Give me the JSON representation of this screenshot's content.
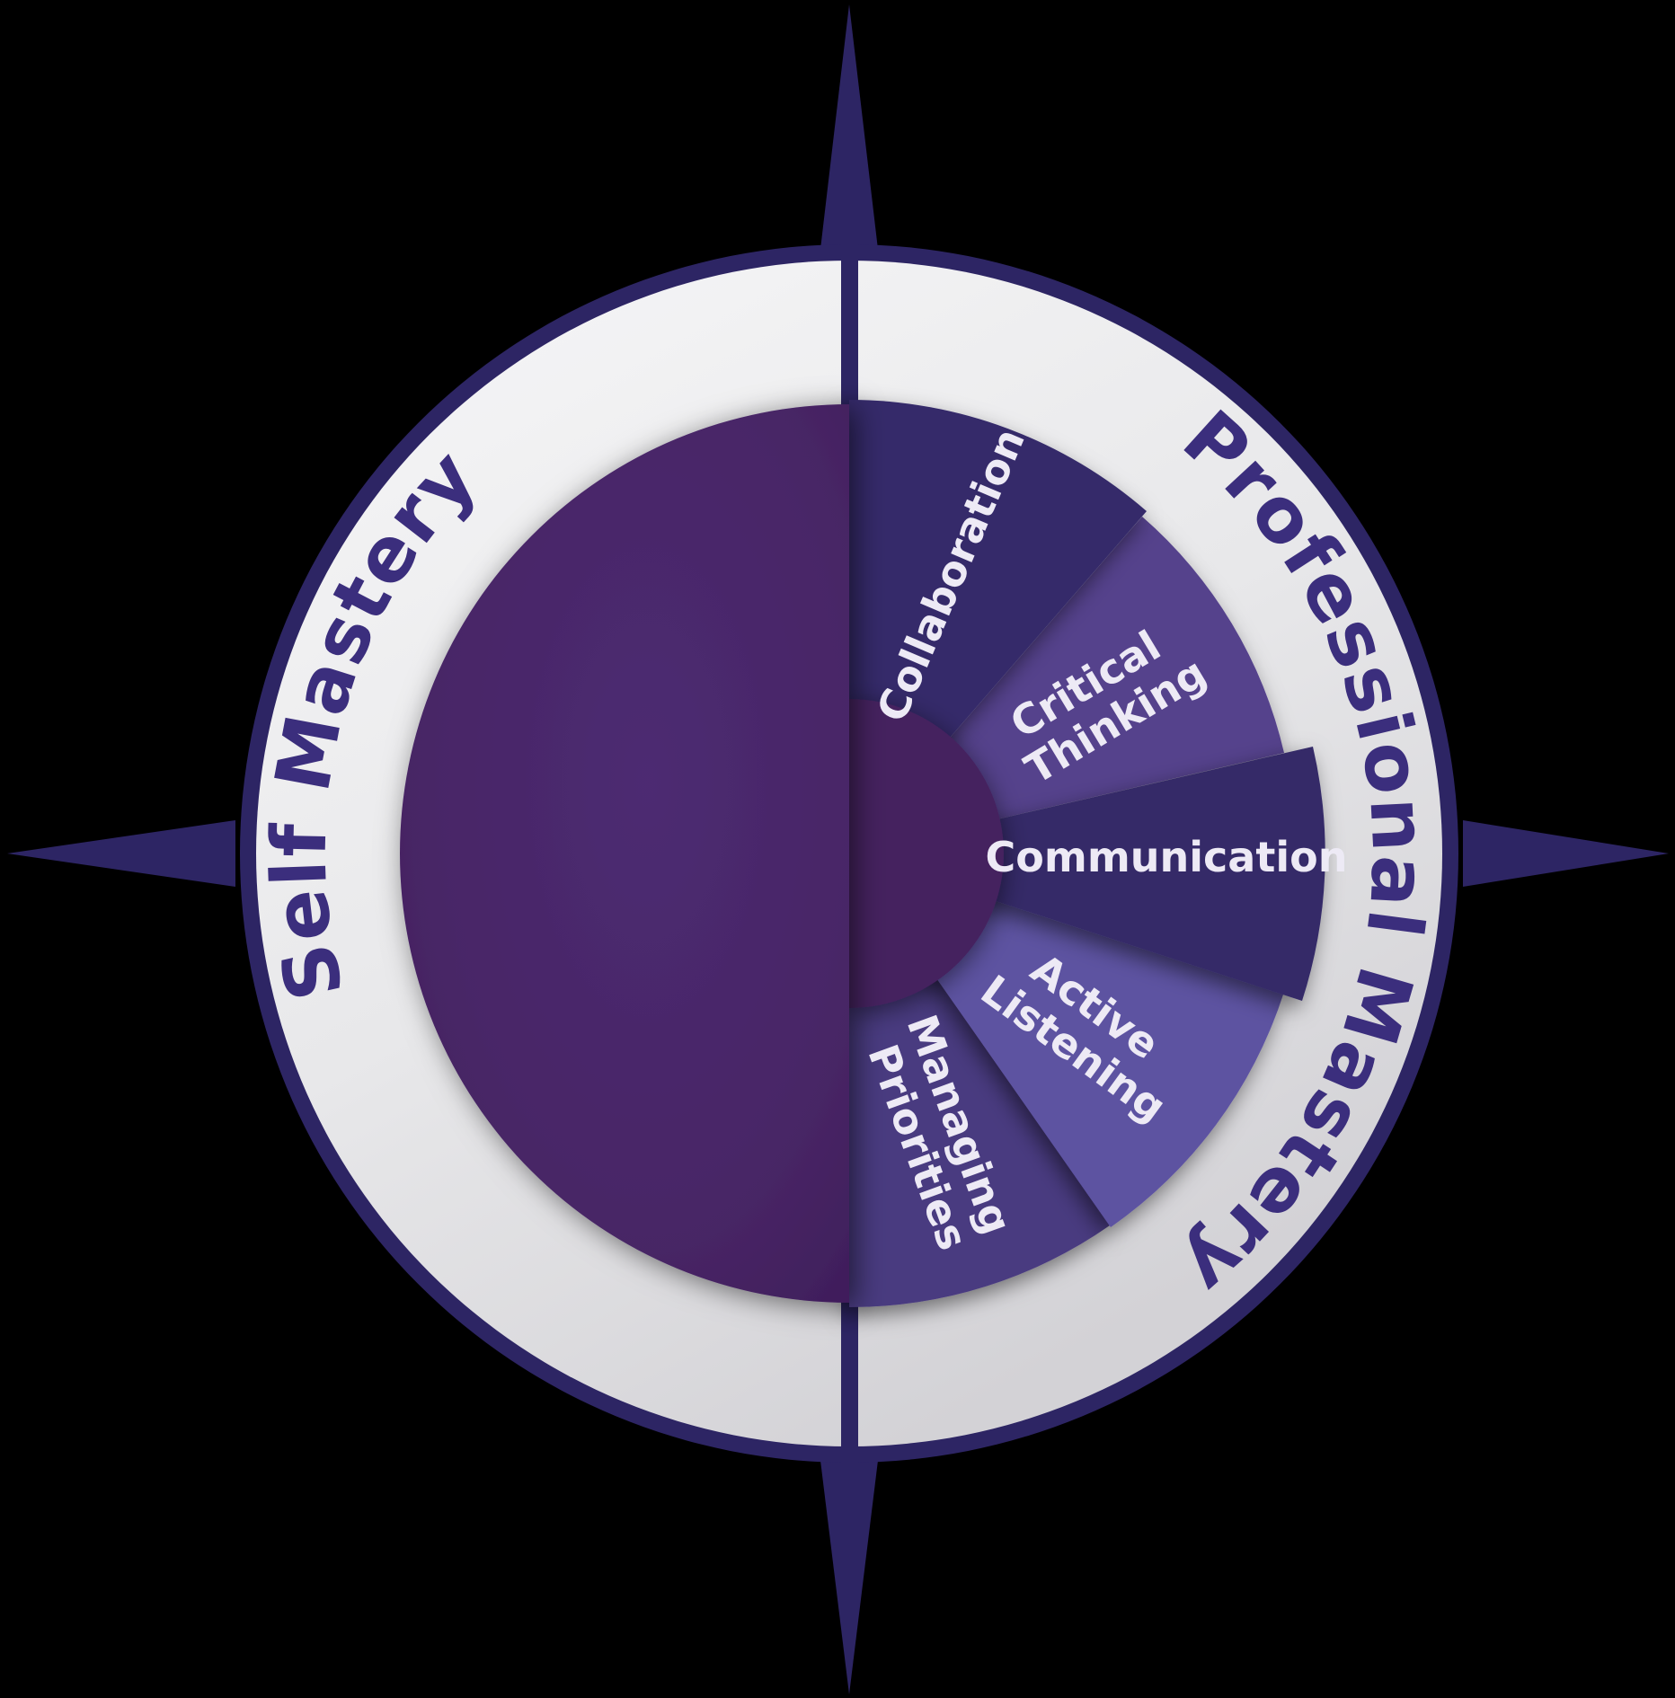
{
  "diagram": {
    "name": "mastery-compass-wheel",
    "ring": {
      "left_label": "Self Mastery",
      "right_label": "Professional Mastery",
      "label_color": "#3b2e7d",
      "ring_fill_light": "#f6f6f7",
      "ring_fill_dark": "#d3d2d6",
      "border_color": "#2d2564"
    },
    "compass": {
      "spike_color": "#2d2564",
      "axis_line_color": "#2d2564",
      "points": [
        "north",
        "east",
        "south",
        "west"
      ]
    },
    "left_half": {
      "label": "Self Mastery",
      "fill": "#482768",
      "fill_edge": "#3f1d5a"
    },
    "hub": {
      "fill": "#44205e"
    },
    "wedge_label_color": "#edeaf5",
    "wedges": [
      {
        "id": "collaboration",
        "label_line1": "Collaboration",
        "color": "#352b6b",
        "start_angle": -90,
        "end_angle": -49,
        "outer_radius": 505
      },
      {
        "id": "critical-thinking",
        "label_line1": "Critical",
        "label_line2": "Thinking",
        "color": "#55428c",
        "start_angle": -49,
        "end_angle": -13,
        "outer_radius": 497
      },
      {
        "id": "communication",
        "label_line1": "Communication",
        "color": "#342b67",
        "start_angle": -13,
        "end_angle": 18,
        "outer_radius": 530
      },
      {
        "id": "active-listening",
        "label_line1": "Active",
        "label_line2": "Listening",
        "color": "#5d52a1",
        "start_angle": 18,
        "end_angle": 55,
        "outer_radius": 508
      },
      {
        "id": "managing-priorities",
        "label_line1": "Managing",
        "label_line2": "Priorities",
        "color": "#493a80",
        "start_angle": 55,
        "end_angle": 90,
        "outer_radius": 505
      }
    ]
  }
}
